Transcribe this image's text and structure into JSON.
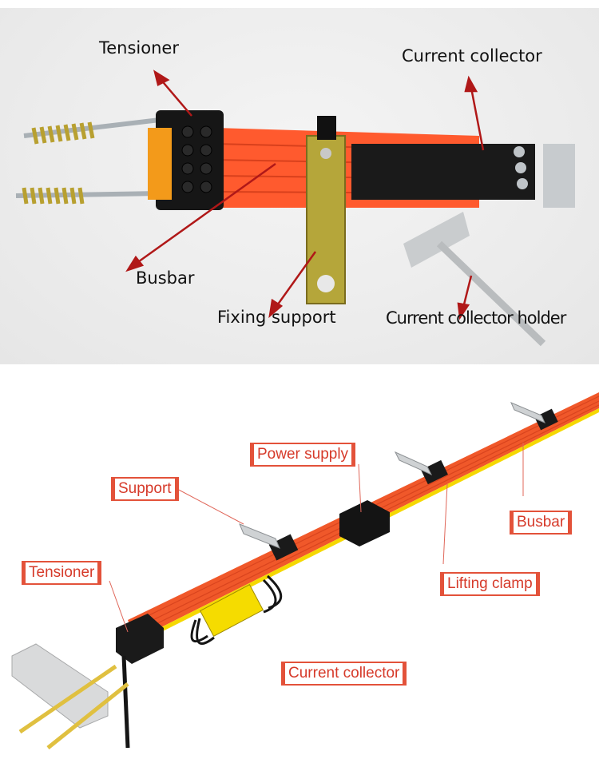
{
  "photo": {
    "labels": {
      "tensioner": "Tensioner",
      "current_collector": "Current collector",
      "busbar": "Busbar",
      "fixing_support": "Fixing support",
      "current_collector_holder": "Current collector holder"
    },
    "arrow_color": "#b01818",
    "busbar_color": "#ff5a2e"
  },
  "diagram": {
    "labels": {
      "power_supply": "Power supply",
      "support": "Support",
      "busbar": "Busbar",
      "tensioner": "Tensioner",
      "lifting_clamp": "Lifting clamp",
      "current_collector": "Current collector"
    },
    "label_color": "#d63a2a",
    "border_color": "#e3523a",
    "busbar_color": "#f0582a",
    "stripe_color": "#f5d800"
  }
}
